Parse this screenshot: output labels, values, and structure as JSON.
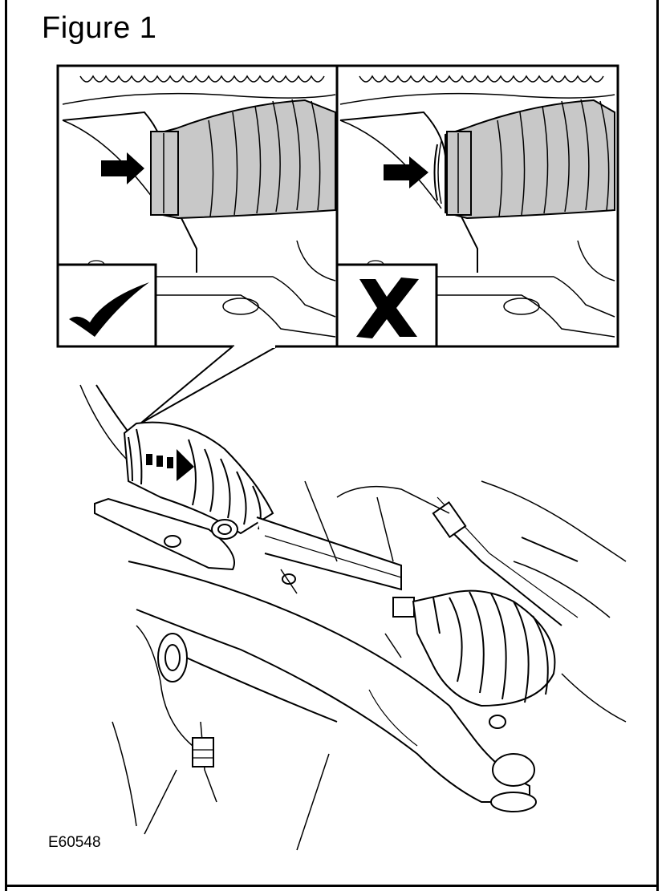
{
  "figure": {
    "title": "Figure 1",
    "code": "E60548"
  },
  "panels": [
    {
      "name": "correct-fitment",
      "symbol": "check-mark-icon"
    },
    {
      "name": "incorrect-fitment",
      "symbol": "cross-mark-icon"
    }
  ],
  "colors": {
    "line": "#000000",
    "boot_fill": "#c8c8c8",
    "background": "#ffffff"
  }
}
